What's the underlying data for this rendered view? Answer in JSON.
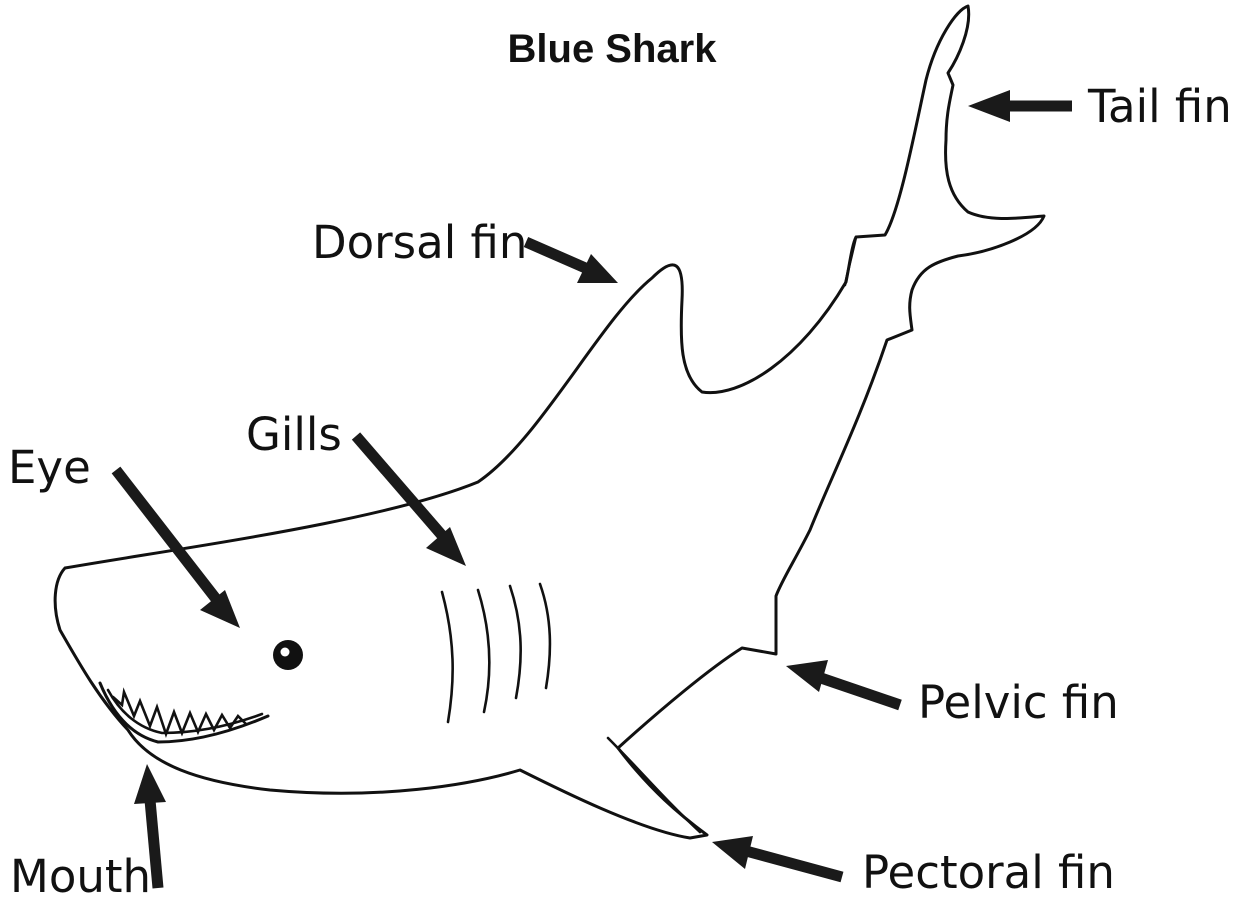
{
  "title": "Blue Shark",
  "labels": {
    "tail_fin": "Tail fin",
    "dorsal_fin": "Dorsal fin",
    "gills": "Gills",
    "eye": "Eye",
    "pelvic_fin": "Pelvic fin",
    "mouth": "Mouth",
    "pectoral_fin": "Pectoral fin"
  },
  "colors": {
    "ink": "#111111",
    "background": "#ffffff"
  }
}
